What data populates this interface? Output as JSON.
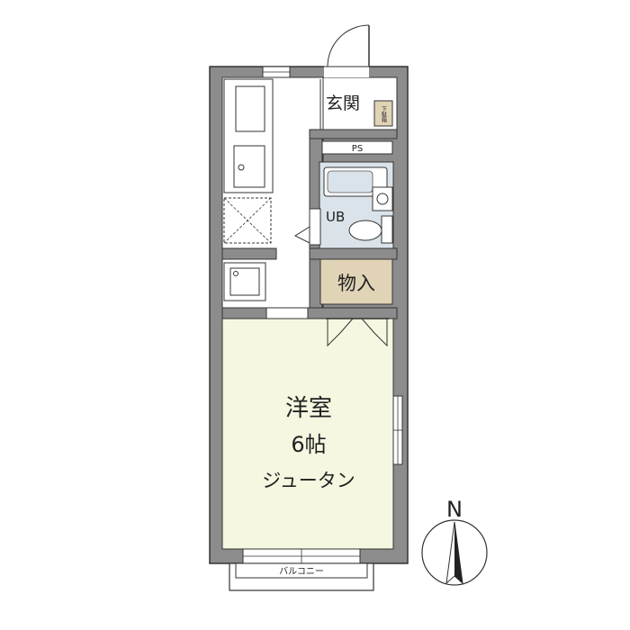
{
  "rooms": {
    "entrance": "玄関",
    "shoe_box": "下駄箱",
    "pipe_space": "PS",
    "unit_bath": "UB",
    "storage": "物入",
    "western_room": "洋室",
    "room_size": "6帖",
    "flooring": "ジュータン",
    "balcony": "バルコニー"
  },
  "compass": {
    "label": "N"
  },
  "colors": {
    "wall": "#8c8c8c",
    "wall_outline": "#333333",
    "room_fill": "#f5f7e1",
    "storage_fill": "#e0d3b6",
    "bath_fill": "#dbe3ea",
    "shoe_box_fill": "#e0d3b6"
  }
}
